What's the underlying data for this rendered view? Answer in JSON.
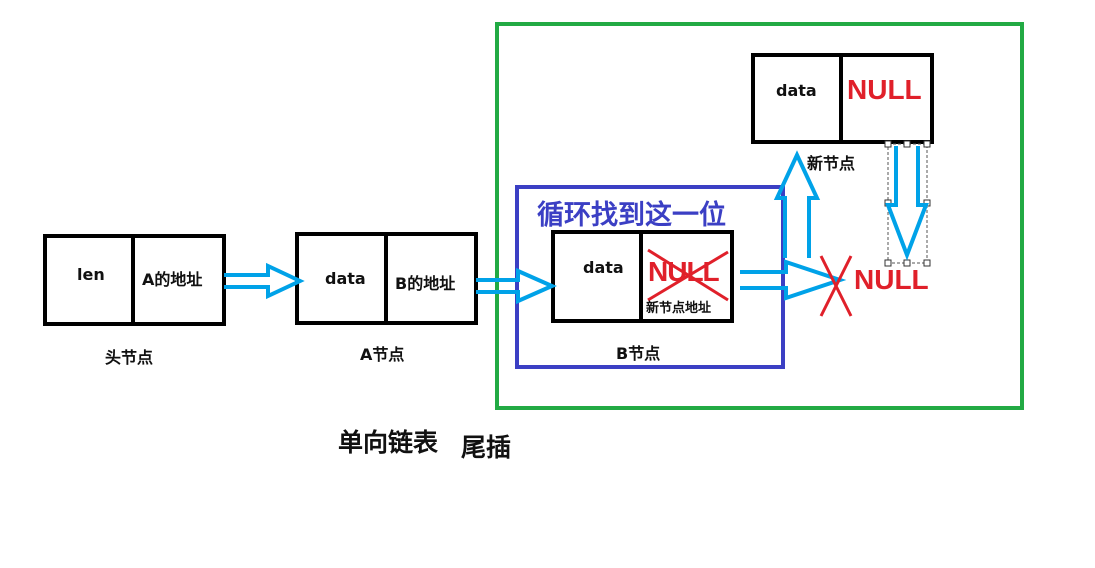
{
  "title": {
    "main": "单向链表",
    "sub": "尾插"
  },
  "loop_caption": "循环找到这一位",
  "nodes": {
    "head": {
      "field1": "len",
      "field2": "A的地址",
      "name": "头节点"
    },
    "a": {
      "field1": "data",
      "field2": "B的地址",
      "name": "A节点"
    },
    "b": {
      "field1": "data",
      "field2_old": "NULL",
      "field2_new": "新节点地址",
      "name": "B节点"
    },
    "new_node": {
      "field1": "data",
      "field2": "NULL",
      "name": "新节点"
    }
  },
  "crossed_null": "NULL",
  "colors": {
    "green_frame": "#22aa44",
    "blue_frame": "#3b3fc4",
    "arrow": "#00a2e8",
    "null_red": "#e0202a",
    "box_border": "#000000"
  }
}
